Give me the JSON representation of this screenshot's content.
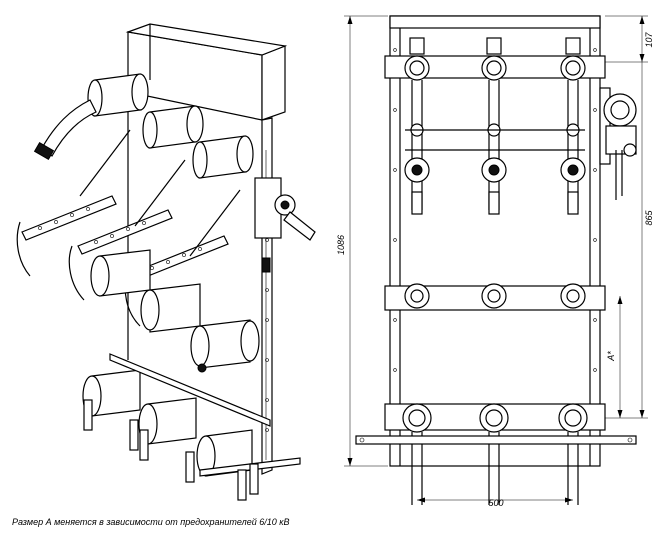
{
  "caption": "Размер А меняется в зависимости от предохранителей 6/10 кВ",
  "dimensions": {
    "overall_height": "1086",
    "top_offset": "107",
    "right_height": "865",
    "variable": "A*",
    "bottom_width": "500"
  }
}
